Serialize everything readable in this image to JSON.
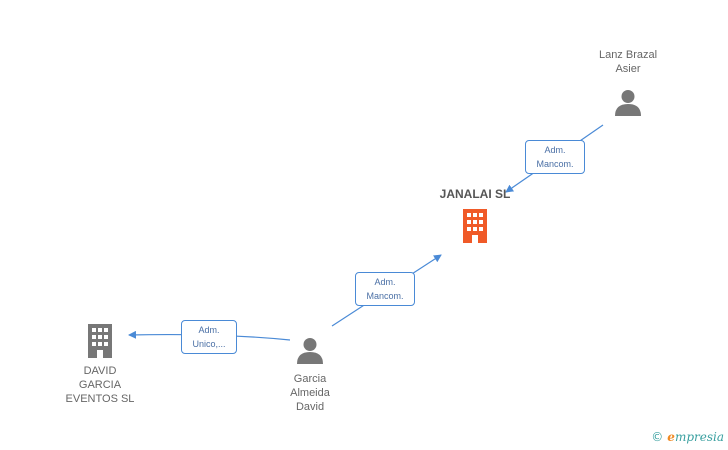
{
  "nodes": {
    "lanz": {
      "lines": [
        "Lanz Brazal",
        "Asier"
      ]
    },
    "janalai": {
      "title": "JANALAI SL"
    },
    "garcia": {
      "lines": [
        "Garcia",
        "Almeida",
        "David"
      ]
    },
    "david_garcia": {
      "lines": [
        "DAVID",
        "GARCIA",
        "EVENTOS SL"
      ]
    }
  },
  "edges": {
    "lanz_to_janalai": {
      "lines": [
        "Adm.",
        "Mancom."
      ]
    },
    "garcia_to_janalai": {
      "lines": [
        "Adm.",
        "Mancom."
      ]
    },
    "garcia_to_david": {
      "lines": [
        "Adm.",
        "Unico,..."
      ]
    }
  },
  "watermark": {
    "copyright": "©",
    "brand_initial": "e",
    "brand_rest": "mpresia"
  },
  "colors": {
    "edge": "#4a8ad6",
    "person": "#777777",
    "company": "#777777",
    "company_main": "#f05a28"
  }
}
